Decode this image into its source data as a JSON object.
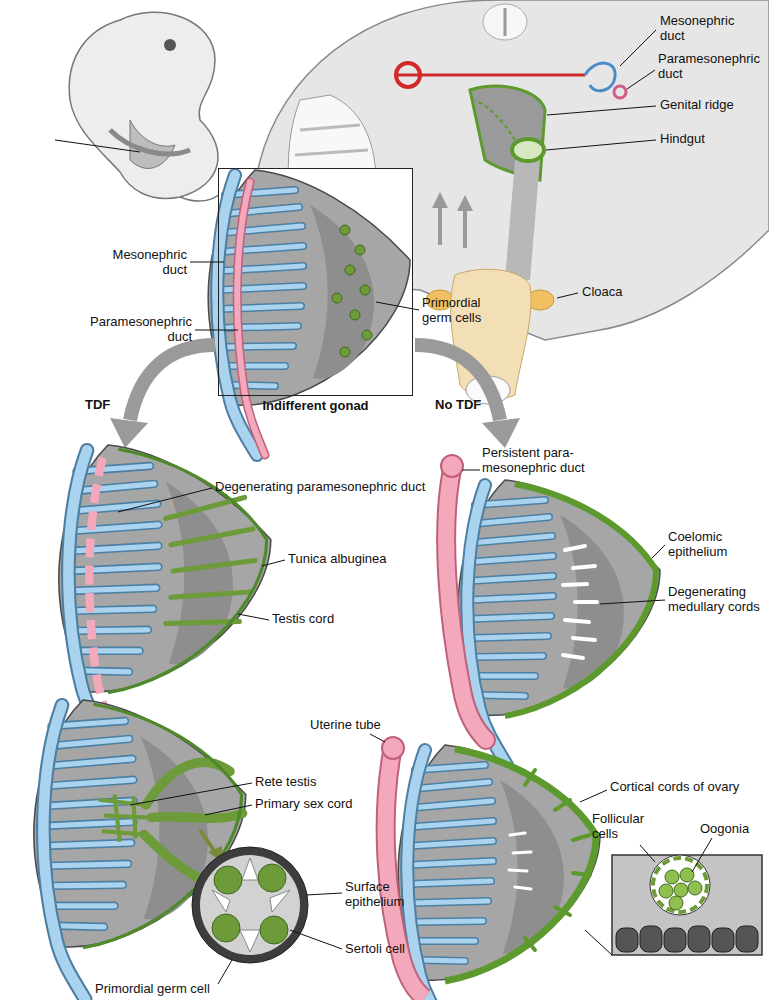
{
  "diagram": {
    "nodes": [
      {
        "text": [
          "Indifferent gonad"
        ]
      }
    ],
    "labels": [
      "Mesonephric duct",
      "Paramesonephric duct",
      "Genital ridge",
      "Hindgut",
      "Cloaca",
      "Mesonephric duct",
      "Paramesonephric duct",
      "Primordial germ cells",
      "TDF",
      "No TDF",
      "Degenerating paramesonephric duct",
      "Tunica albuginea",
      "Testis cord",
      "Rete testis",
      "Primary sex cord",
      "Surface epithelium",
      "Sertoli cell",
      "Primordial germ cell",
      "Persistent para- mesonephric duct",
      "Coelomic epithelium",
      "Degenerating medullary cords",
      "Uterine tube",
      "Cortical cords of ovary",
      "Follicular cells",
      "Oogonia"
    ]
  }
}
